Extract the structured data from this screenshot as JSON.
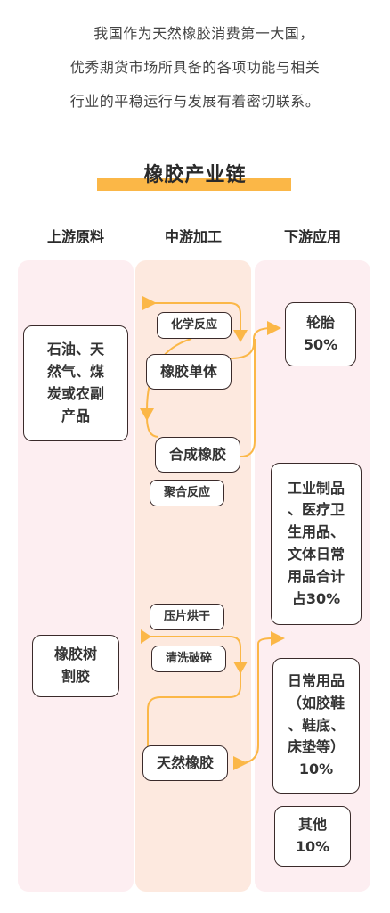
{
  "intro": [
    "我国作为天然橡胶消费第一大国，",
    "优秀期货市场所具备的各项功能与相关",
    "行业的平稳运行与发展有着密切联系。"
  ],
  "title": "橡胶产业链",
  "columns": {
    "upstream": "上游原料",
    "midstream": "中游加工",
    "downstream": "下游应用"
  },
  "upstream": {
    "petro": "石油、天\n然气、煤\n炭或农副\n产品",
    "rubber_tree": "橡胶树\n割胶"
  },
  "midstream": {
    "chemical_reaction": "化学反应",
    "rubber_monomer": "橡胶单体",
    "synthetic_rubber": "合成橡胶",
    "polymerization": "聚合反应",
    "sheet_drying": "压片烘干",
    "wash_crush": "清洗破碎",
    "natural_rubber": "天然橡胶"
  },
  "downstream": {
    "tires": "轮胎\n50%",
    "industrial": "工业制品\n、医疗卫\n生用品、\n文体日常\n用品合计\n占30%",
    "daily": "日常用品\n（如胶鞋\n、鞋底、\n床垫等）\n10%",
    "other": "其他\n10%"
  },
  "colors": {
    "accent": "#fbb747",
    "column_pink": "#fdeef1",
    "column_peach": "#fde9df",
    "box_border": "#3a2a2a"
  }
}
